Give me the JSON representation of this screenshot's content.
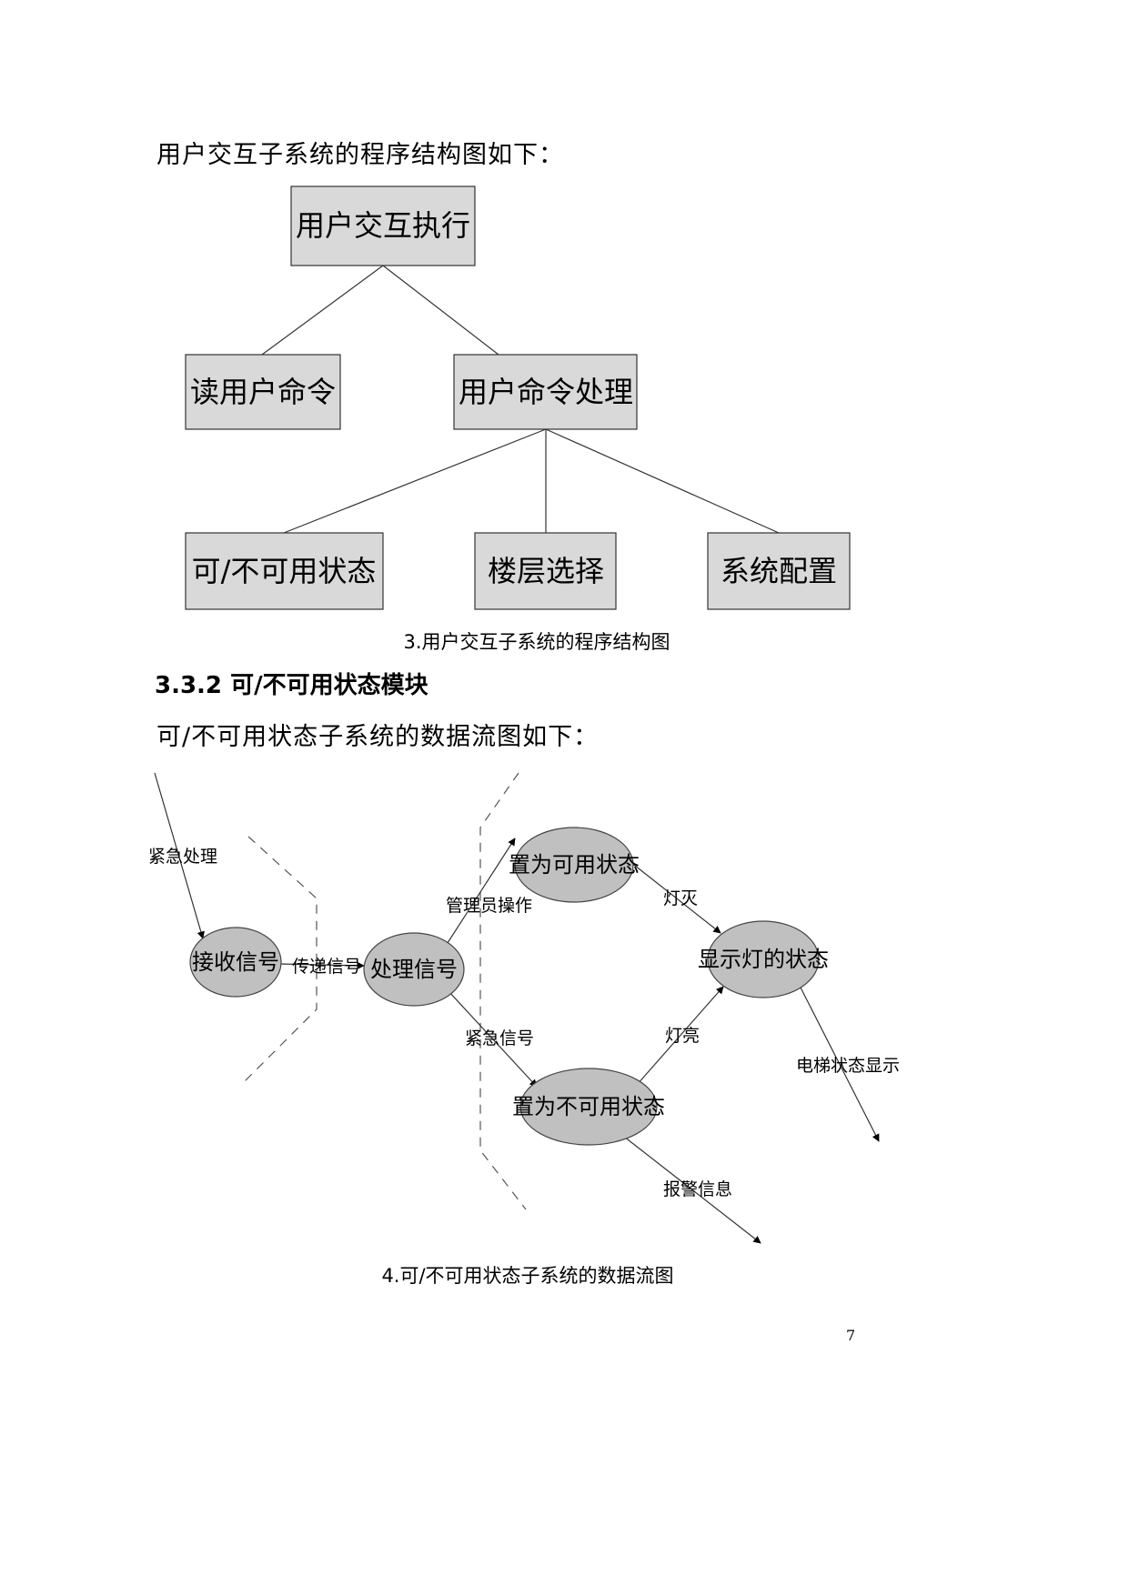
{
  "page": {
    "intro1": "用户交互子系统的程序结构图如下：",
    "caption1": "3.用户交互子系统的程序结构图",
    "heading": "3.3.2 可/不可用状态模块",
    "intro2": "可/不可用状态子系统的数据流图如下：",
    "caption2": "4.可/不可用状态子系统的数据流图",
    "page_number": "7"
  },
  "structure_chart": {
    "root": "用户交互执行",
    "read_cmd": "读用户命令",
    "process_cmd": "用户命令处理",
    "availability": "可/不可用状态",
    "floor_select": "楼层选择",
    "config": "系统配置"
  },
  "dataflow": {
    "receive": "接收信号",
    "process": "处理信号",
    "set_available": "置为可用状态",
    "set_unavailable": "置为不可用状态",
    "show_light": "显示灯的状态",
    "emergency_handling": "紧急处理",
    "transmit_signal": "传递信号",
    "admin_op": "管理员操作",
    "emergency_signal": "紧急信号",
    "light_off": "灯灭",
    "light_on": "灯亮",
    "elevator_display": "电梯状态显示",
    "alarm_info": "报警信息"
  },
  "colors": {
    "box_fill": "#d9d9d9",
    "ellipse_fill": "#c0c0c0",
    "line": "#333333"
  }
}
